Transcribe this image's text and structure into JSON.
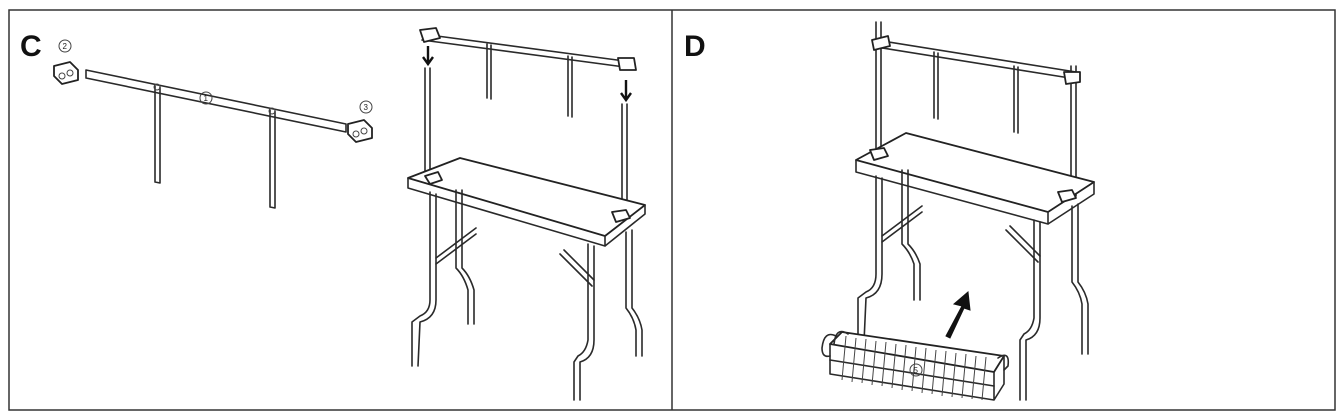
{
  "panels": [
    {
      "letter": "C"
    },
    {
      "letter": "D"
    }
  ],
  "callouts": {
    "bar": "1",
    "bracket_left": "2",
    "bracket_right": "3",
    "basket": "5"
  }
}
